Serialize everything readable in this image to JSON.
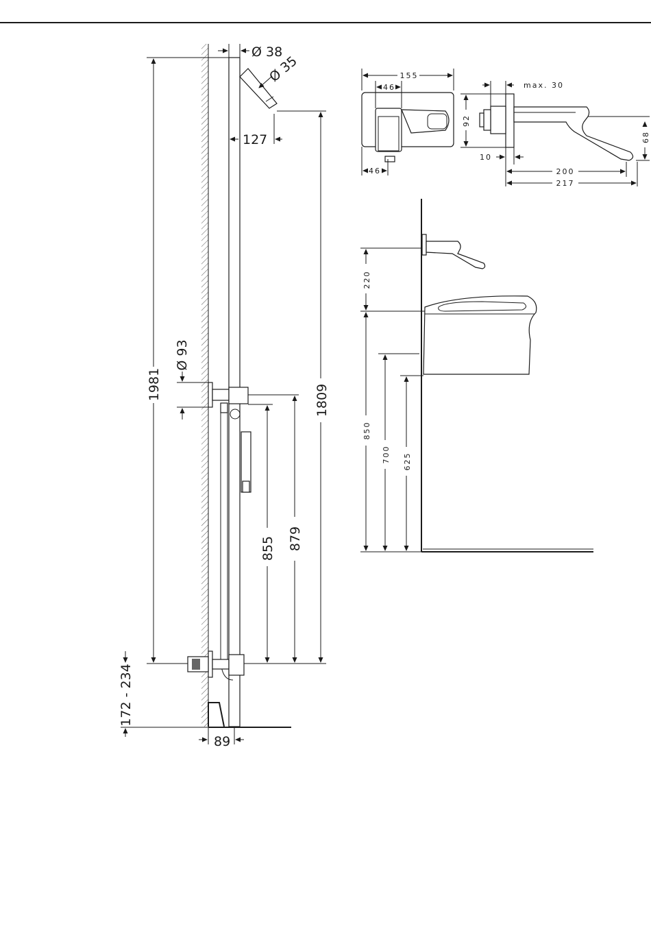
{
  "shower": {
    "dia_rail": "Ø 38",
    "dia_head": "Ø 35",
    "head_offset": "127",
    "dia_flange": "Ø 93",
    "total_height": "1981",
    "head_height": "1809",
    "bracket_height_1": "879",
    "bracket_height_2": "855",
    "floor_range": "172 - 234",
    "wall_depth": "89"
  },
  "mixer_front": {
    "plate_width": "155",
    "handle_offset_top": "46",
    "handle_offset_bottom": "46"
  },
  "mixer_side": {
    "max_depth": "max. 30",
    "plate_height": "92",
    "spout_drop": "68",
    "wall_gap": "10",
    "spout_reach": "200",
    "total_reach": "217"
  },
  "basin": {
    "spout_above_basin": "220",
    "basin_rim_height": "850",
    "basin_height_2": "700",
    "basin_bottom_height": "625"
  }
}
